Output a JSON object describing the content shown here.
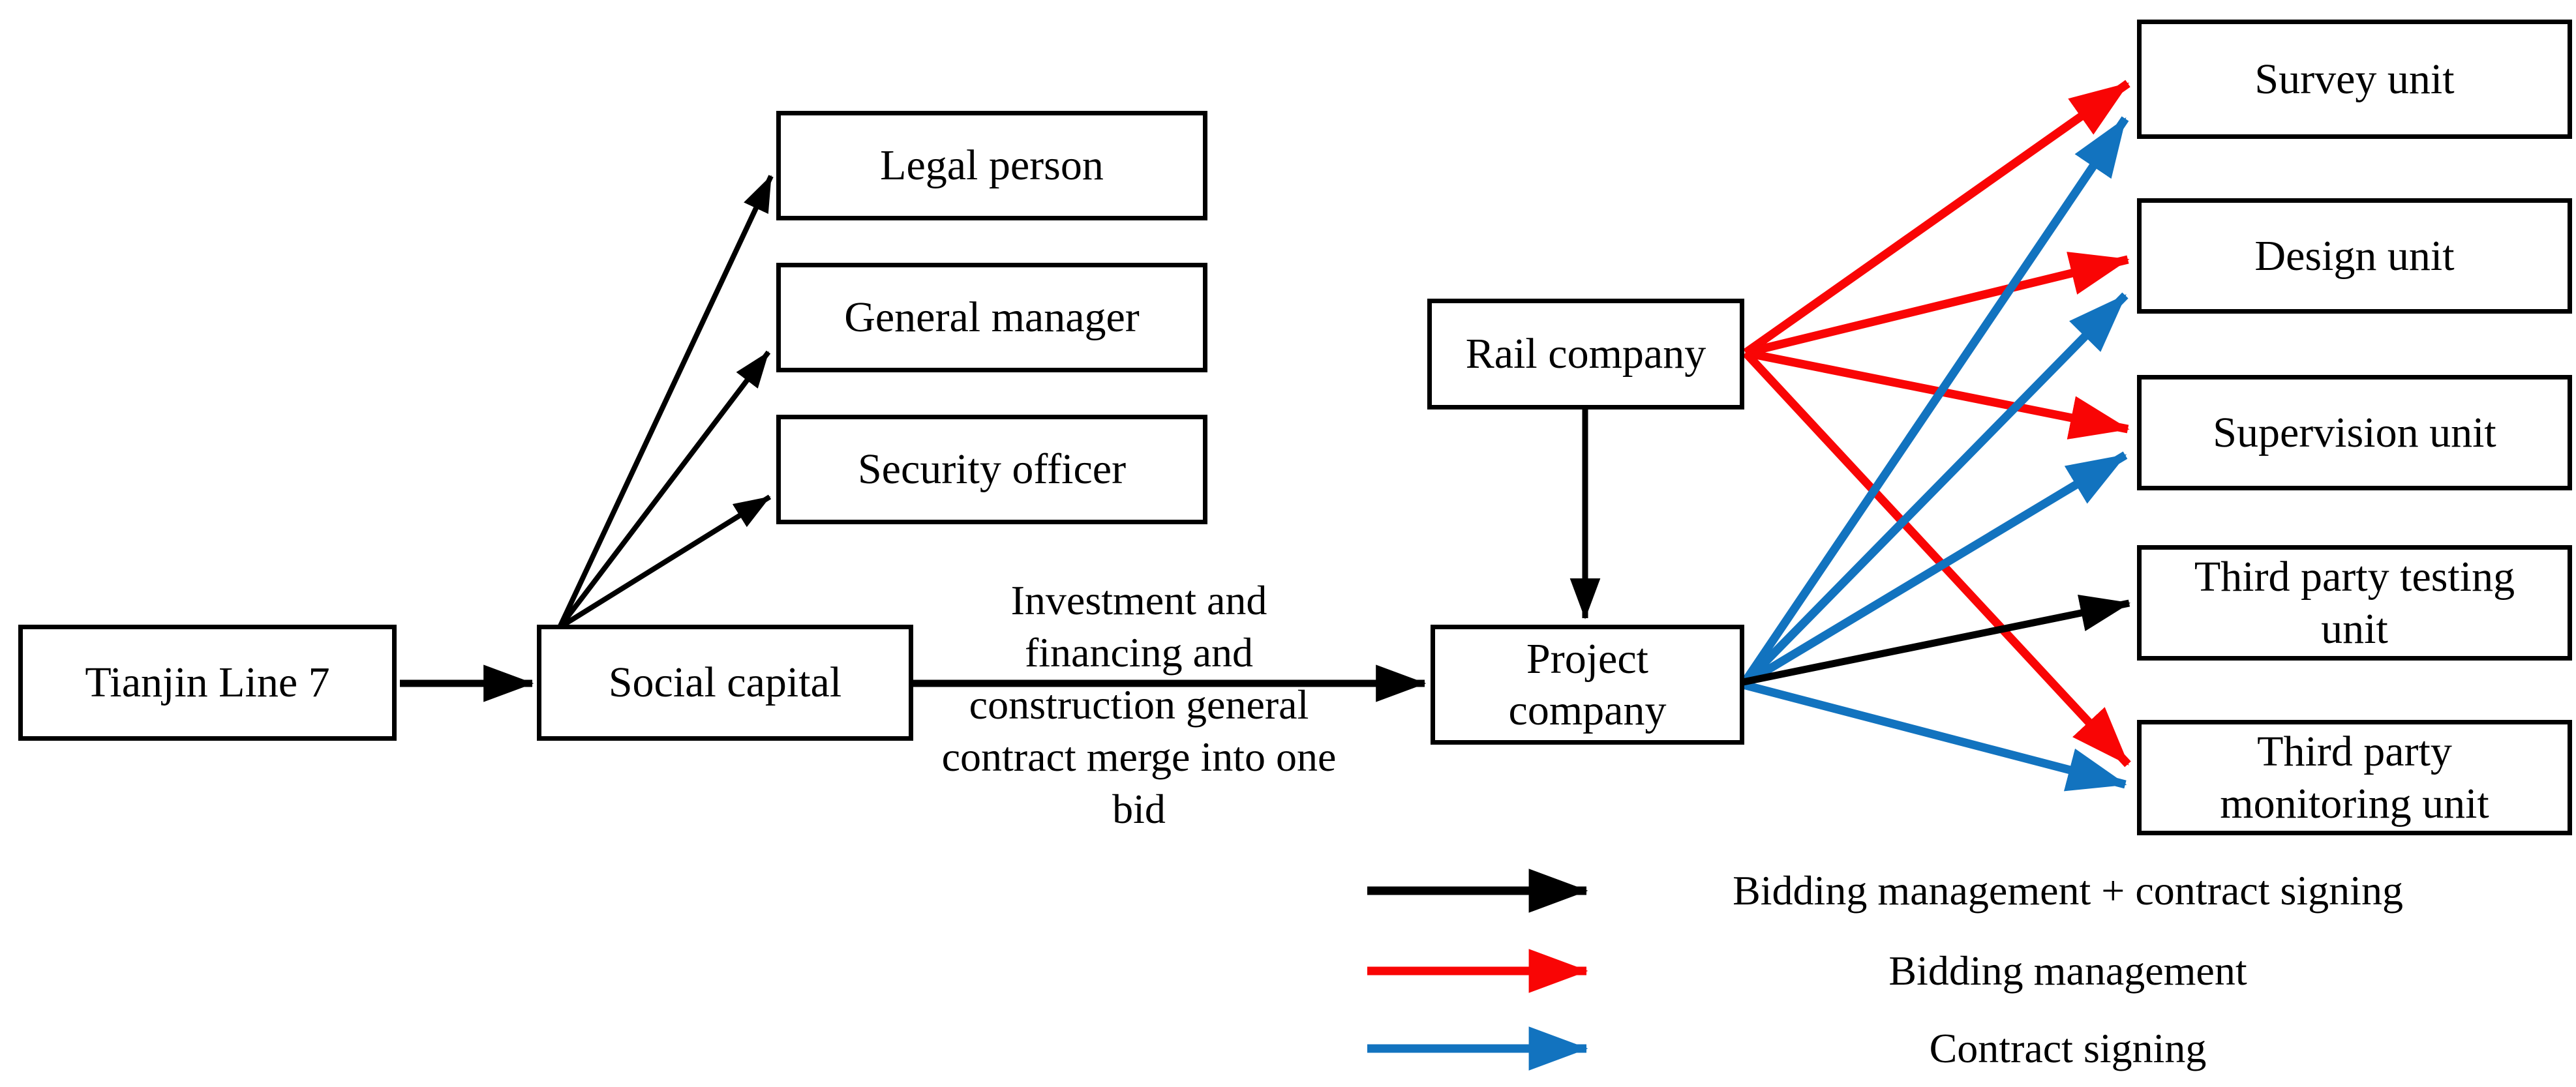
{
  "diagram": {
    "nodes": {
      "tianjin": {
        "label": "Tianjin Line 7"
      },
      "social": {
        "label": "Social capital"
      },
      "legal": {
        "label": "Legal person"
      },
      "manager": {
        "label": "General manager"
      },
      "security": {
        "label": "Security officer"
      },
      "rail": {
        "label": "Rail company"
      },
      "project": {
        "label": "Project company",
        "lines": [
          "Project",
          "company"
        ]
      },
      "survey": {
        "label": "Survey unit"
      },
      "design": {
        "label": "Design unit"
      },
      "supervision": {
        "label": "Supervision unit"
      },
      "testing": {
        "label": "Third party testing unit",
        "lines": [
          "Third party testing",
          "unit"
        ]
      },
      "monitoring": {
        "label": "Third party monitoring unit",
        "lines": [
          "Third party",
          "monitoring unit"
        ]
      }
    },
    "bid_label": {
      "text": "Investment and financing and construction general contract merge into one bid",
      "lines": [
        "Investment and",
        "financing and",
        "construction general",
        "contract merge into one",
        "bid"
      ]
    },
    "legend": {
      "items": [
        {
          "label": "Bidding management + contract signing",
          "color": "#000000"
        },
        {
          "label": "Bidding management",
          "color": "#F90505"
        },
        {
          "label": "Contract signing",
          "color": "#1273BF"
        }
      ]
    },
    "colors": {
      "black": "#000000",
      "red": "#F90505",
      "blue": "#1273BF",
      "box_border": "#000000",
      "box_fill": "#FFFFFF",
      "background": "#FFFFFF"
    }
  }
}
